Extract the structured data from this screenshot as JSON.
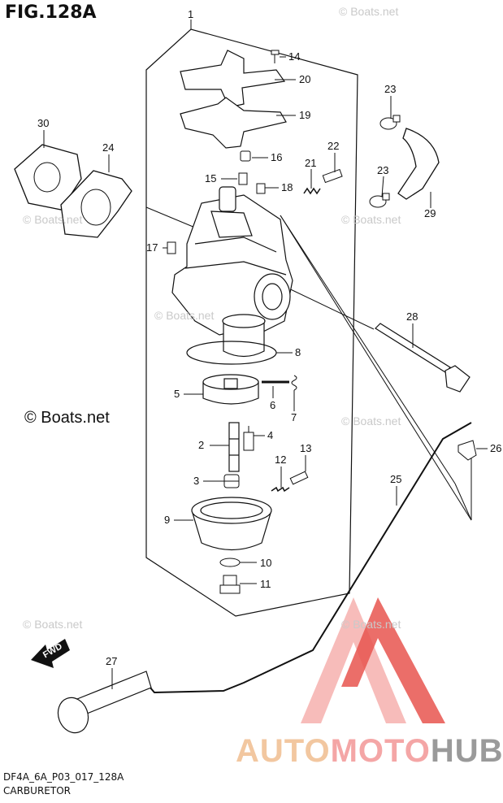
{
  "figure": {
    "title": "FIG.128A",
    "diagram_code": "DF4A_6A_P03_017_128A",
    "description": "CARBURETOR",
    "copyright": "© Boats.net"
  },
  "watermarks": [
    "© Boats.net",
    "© Boats.net",
    "© Boats.net",
    "© Boats.net",
    "© Boats.net",
    "© Boats.net",
    "© Boats.net"
  ],
  "brand": {
    "part1": "AUTO",
    "part2": "MOTO",
    "part3": "HUB"
  },
  "fwd_label": "FWD",
  "callouts": [
    "1",
    "14",
    "20",
    "19",
    "16",
    "22",
    "21",
    "15",
    "18",
    "17",
    "30",
    "24",
    "23",
    "23",
    "29",
    "28",
    "8",
    "5",
    "6",
    "7",
    "4",
    "2",
    "13",
    "12",
    "3",
    "9",
    "10",
    "11",
    "26",
    "25",
    "27"
  ],
  "colors": {
    "line": "#111111",
    "watermark": "#c9c9c9",
    "brand_red": "#e8554f",
    "brand_pink": "#f4a6a6"
  }
}
